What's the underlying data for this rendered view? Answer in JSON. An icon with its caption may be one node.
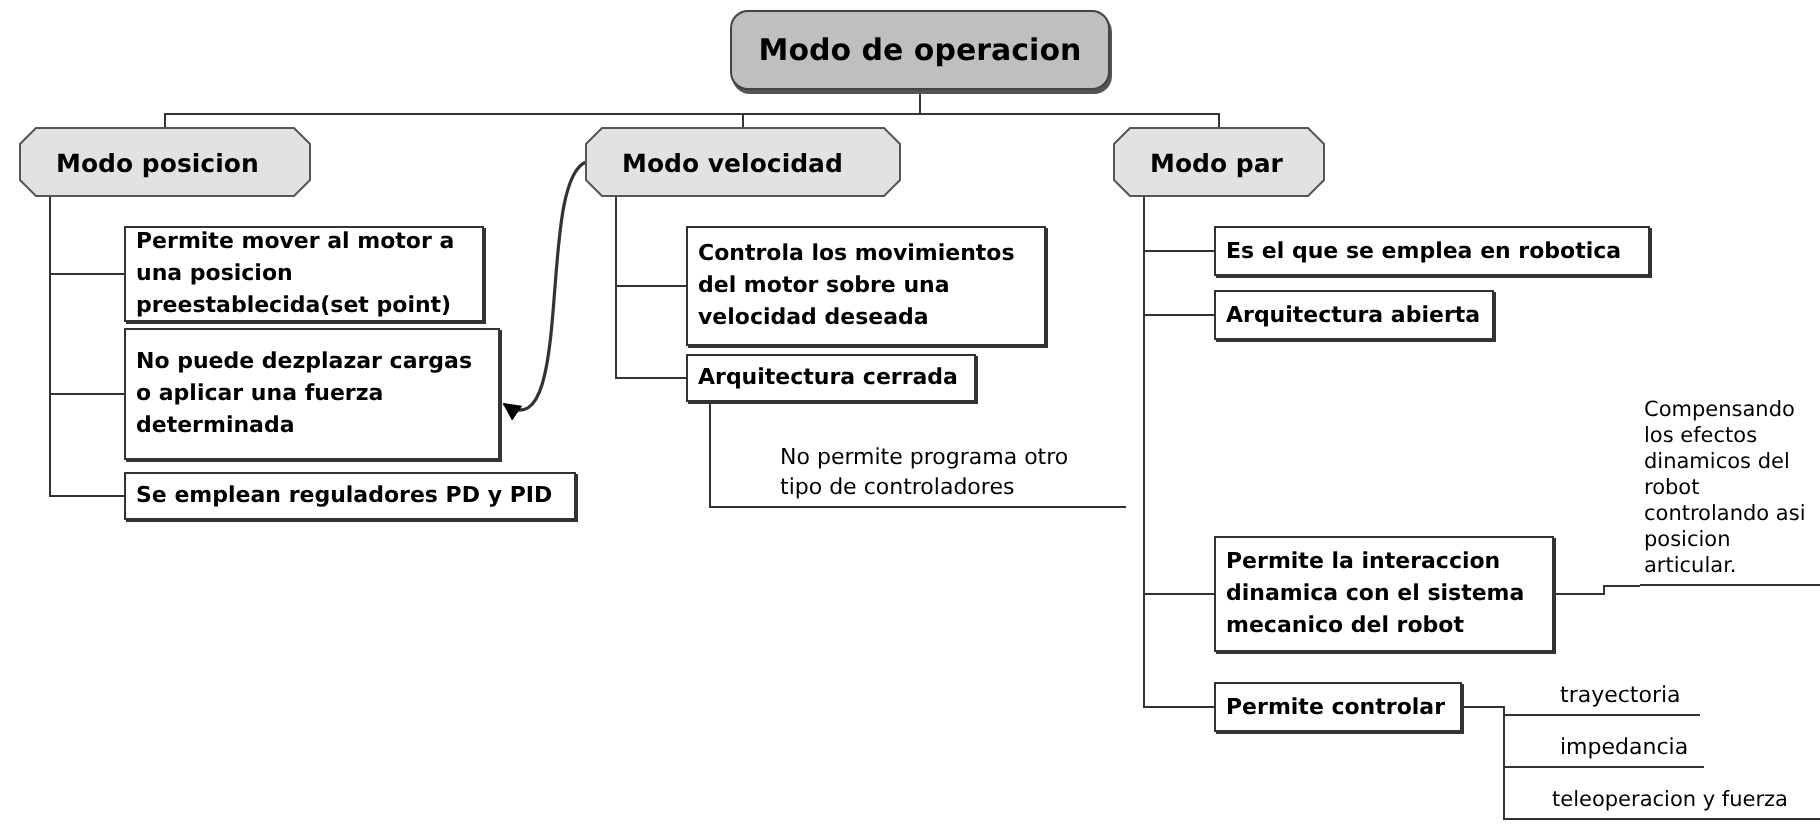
{
  "diagram": {
    "nodes": [
      {
        "text": [
          "Modo de operacion"
        ]
      },
      {
        "text": [
          "Modo posicion"
        ]
      },
      {
        "text": [
          "Modo velocidad"
        ]
      },
      {
        "text": [
          "Modo par"
        ]
      },
      {
        "text": [
          "Permite mover al motor a una posicion preestablecida(set point)"
        ]
      },
      {
        "text": [
          "No puede dezplazar cargas o aplicar una fuerza determinada"
        ]
      },
      {
        "text": [
          "Se emplean reguladores PD y PID"
        ]
      },
      {
        "text": [
          "Controla los movimientos del motor sobre una velocidad deseada"
        ]
      },
      {
        "text": [
          "Arquitectura cerrada"
        ]
      },
      {
        "text": [
          "No permite programa otro tipo de controladores"
        ]
      },
      {
        "text": [
          "Es el que se emplea en robotica"
        ]
      },
      {
        "text": [
          "Arquitectura abierta"
        ]
      },
      {
        "text": [
          "Compensando los efectos dinamicos del robot controlando asi posicion articular."
        ]
      },
      {
        "text": [
          "Permite la interaccion dinamica con el sistema mecanico del robot"
        ]
      },
      {
        "text": [
          "Permite controlar"
        ]
      },
      {
        "text": [
          "trayectoria"
        ]
      },
      {
        "text": [
          "impedancia"
        ]
      },
      {
        "text": [
          "teleoperacion y fuerza"
        ]
      }
    ],
    "edges": [
      {
        "from": 0,
        "to": 1,
        "arrow": "none"
      },
      {
        "from": 0,
        "to": 2,
        "arrow": "none"
      },
      {
        "from": 0,
        "to": 3,
        "arrow": "none"
      },
      {
        "from": 1,
        "to": 4,
        "arrow": "none"
      },
      {
        "from": 1,
        "to": 5,
        "arrow": "none"
      },
      {
        "from": 1,
        "to": 6,
        "arrow": "none"
      },
      {
        "from": 2,
        "to": 7,
        "arrow": "none"
      },
      {
        "from": 2,
        "to": 8,
        "arrow": "none"
      },
      {
        "from": 8,
        "to": 9,
        "arrow": "none"
      },
      {
        "from": 2,
        "to": 5,
        "arrow": "to"
      },
      {
        "from": 3,
        "to": 10,
        "arrow": "none"
      },
      {
        "from": 3,
        "to": 11,
        "arrow": "none"
      },
      {
        "from": 3,
        "to": 13,
        "arrow": "none"
      },
      {
        "from": 3,
        "to": 14,
        "arrow": "none"
      },
      {
        "from": 13,
        "to": 12,
        "arrow": "none"
      },
      {
        "from": 14,
        "to": 15,
        "arrow": "none"
      },
      {
        "from": 14,
        "to": 16,
        "arrow": "none"
      },
      {
        "from": 14,
        "to": 17,
        "arrow": "none"
      }
    ]
  }
}
